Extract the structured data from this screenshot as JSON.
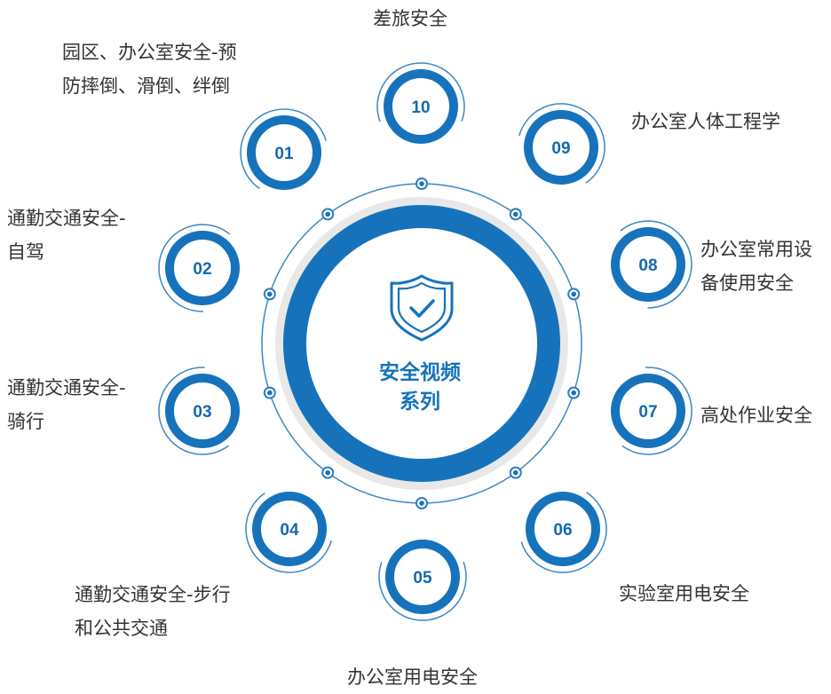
{
  "center": {
    "title_line1": "安全视频",
    "title_line2": "系列"
  },
  "nodes": [
    {
      "num": "01",
      "label": "园区、办公室安全-预\n防摔倒、滑倒、绊倒"
    },
    {
      "num": "02",
      "label": "通勤交通安全-\n自驾"
    },
    {
      "num": "03",
      "label": "通勤交通安全-\n骑行"
    },
    {
      "num": "04",
      "label": "通勤交通安全-步行\n和公共交通"
    },
    {
      "num": "05",
      "label": "办公室用电安全"
    },
    {
      "num": "06",
      "label": "实验室用电安全"
    },
    {
      "num": "07",
      "label": "高处作业安全"
    },
    {
      "num": "08",
      "label": "办公室常用设\n备使用安全"
    },
    {
      "num": "09",
      "label": "办公室人体工程学"
    },
    {
      "num": "10",
      "label": "差旅安全"
    }
  ],
  "colors": {
    "primary": "#1673bb",
    "ring_gray": "#e6e6e6",
    "text": "#333333"
  },
  "icons": {
    "center": "shield-check-icon"
  }
}
